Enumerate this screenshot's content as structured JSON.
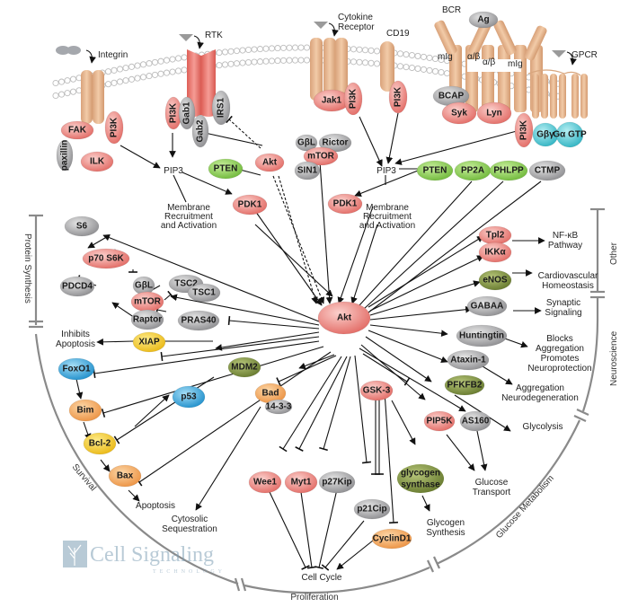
{
  "title": "Akt Signaling Pathway",
  "colors": {
    "red": "#ec7f7a",
    "gray": "#a9a9ab",
    "green_light": "#8ccf4f",
    "green_olive": "#7b8f3c",
    "blue": "#38a8dc",
    "orange": "#f2a65a",
    "yellow": "#f3c824",
    "cyan": "#4fc3cf",
    "tan": "#e6b58f",
    "membrane": "#c9c9c9"
  },
  "receptors": {
    "integrin": "Integrin",
    "rtk": "RTK",
    "cytokine": "Cytokine Receptor",
    "cd19": "CD19",
    "bcr": "BCR",
    "gpcr": "GPCR",
    "mig1": "mIg",
    "mig2": "mIg",
    "ab1": "α/β",
    "ab2": "α/β"
  },
  "nodes": {
    "fak": "FAK",
    "paxillin": "paxillin",
    "ilk": "ILK",
    "pi3k_integrin": "PI3K",
    "pi3k_rtk": "PI3K",
    "gab1": "Gab1",
    "gab2": "Gab2",
    "irs1": "IRS1",
    "akt_small": "Akt",
    "pip3_left": "PIP3",
    "pten_left": "PTEN",
    "pdk1_left": "PDK1",
    "gbl_top": "GβL",
    "rictor": "Rictor",
    "mtor_top": "mTOR",
    "sin1": "SIN1",
    "jak1": "Jak1",
    "pi3k_cyt": "PI3K",
    "pi3k_cd19": "PI3K",
    "bcap": "BCAP",
    "syk": "Syk",
    "lyn": "Lyn",
    "ag": "Ag",
    "pi3k_gpcr": "PI3K",
    "gby": "Gβγ",
    "ga": "Gα GTP",
    "pip3_right": "PIP3",
    "pten_right": "PTEN",
    "pp2a": "PP2A",
    "phlpp": "PHLPP",
    "ctmp": "CTMP",
    "pdk1_right": "PDK1",
    "akt": "Akt",
    "s6": "S6",
    "p70s6k": "p70 S6K",
    "pdcd4": "PDCD4",
    "gbl": "GβL",
    "mtor": "mTOR",
    "raptor": "Raptor",
    "tsc2": "TSC2",
    "tsc1": "TSC1",
    "pras40": "PRAS40",
    "xiap": "XIAP",
    "foxo1": "FoxO1",
    "bim": "Bim",
    "bcl2": "Bcl-2",
    "bax": "Bax",
    "p53": "p53",
    "mdm2": "MDM2",
    "bad": "Bad",
    "p1433": "14-3-3",
    "wee1": "Wee1",
    "myt1": "Myt1",
    "p27kip": "p27Kip",
    "p21cip": "p21Cip",
    "cyclind1": "CyclinD1",
    "gsk3": "GSK-3",
    "glycogen_synthase_1": "glycogen",
    "glycogen_synthase_2": "synthase",
    "pip5k": "PIP5K",
    "as160": "AS160",
    "pfkfb2": "PFKFB2",
    "ataxin1": "Ataxin-1",
    "huntingtin": "Huntingtin",
    "gabaa": "GABAA",
    "enos": "eNOS",
    "tpl2": "Tpl2",
    "ikka": "IKKα"
  },
  "labels": {
    "membrane_recruit_left": [
      "Membrane",
      "Recruitment",
      "and Activation"
    ],
    "membrane_recruit_right": [
      "Membrane",
      "Recruitment",
      "and Activation"
    ],
    "inhibits_apoptosis": [
      "Inhibits",
      "Apoptosis"
    ],
    "apoptosis": "Apoptosis",
    "cytosolic": [
      "Cytosolic",
      "Sequestration"
    ],
    "cell_cycle": "Cell Cycle",
    "glycogen_synthesis": [
      "Glycogen",
      "Synthesis"
    ],
    "glucose_transport": [
      "Glucose",
      "Transport"
    ],
    "glycolysis": "Glycolysis",
    "aggregation_neuro": [
      "Aggregation",
      "Neurodegeneration"
    ],
    "blocks_aggregation": [
      "Blocks",
      "Aggregation",
      "Promotes",
      "Neuroprotection"
    ],
    "synaptic": [
      "Synaptic",
      "Signaling"
    ],
    "cardio": [
      "Cardiovascular",
      "Homeostasis"
    ],
    "nfkb": [
      "NF-κB",
      "Pathway"
    ]
  },
  "categories": {
    "protein_synthesis": "Protein Synthesis",
    "survival": "Survival",
    "proliferation": "Proliferation",
    "glucose_metabolism": "Glucose Metabolism",
    "neuroscience": "Neuroscience",
    "other": "Other"
  },
  "logo": {
    "name": "Cell Signaling",
    "sub": "TECHNOLOGY"
  }
}
